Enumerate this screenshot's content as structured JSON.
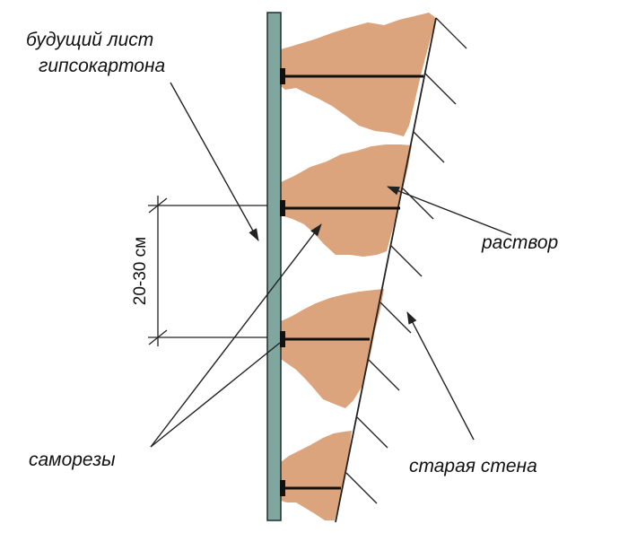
{
  "labels": {
    "drywall_line1": "будущий лист",
    "drywall_line2": "гипсокартона",
    "mortar": "раствор",
    "old_wall": "старая стена",
    "screws": "саморезы",
    "spacing": "20-30 см"
  },
  "colors": {
    "drywall_fill": "#7fa7a0",
    "drywall_stroke": "#1f2f2c",
    "mortar_fill": "#dba47c",
    "screw": "#111111",
    "line": "#222222"
  }
}
